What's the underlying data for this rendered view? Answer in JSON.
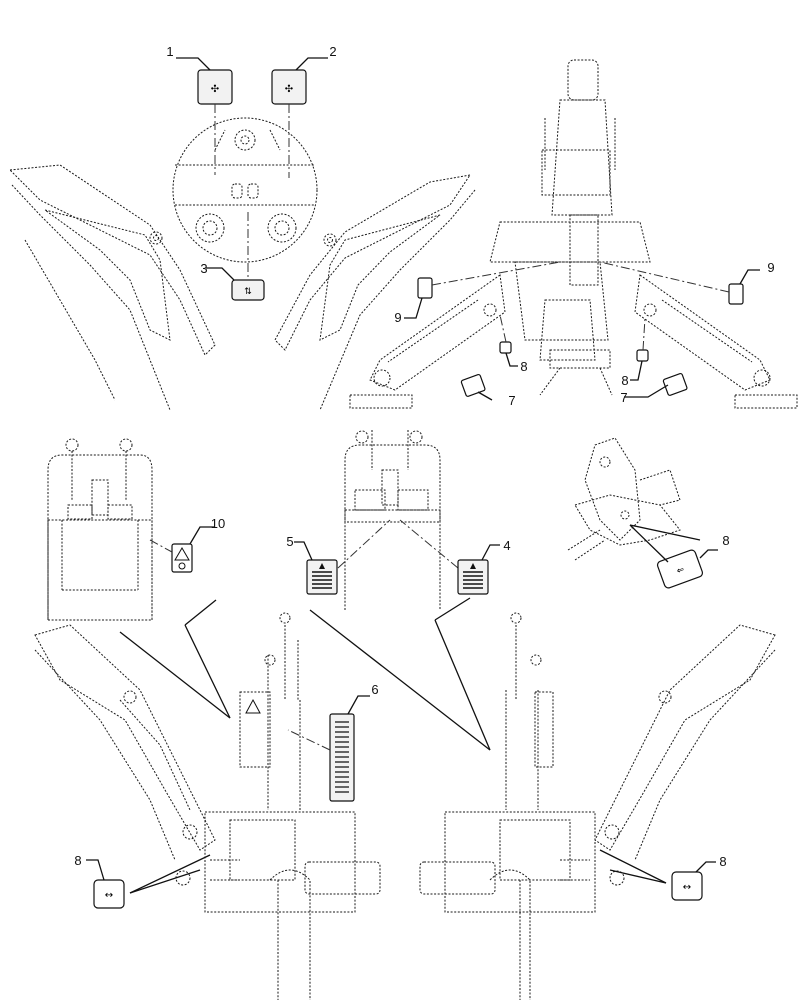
{
  "callouts": {
    "c1": "1",
    "c2": "2",
    "c3": "3",
    "c4": "4",
    "c5": "5",
    "c6": "6",
    "c7a": "7",
    "c7b": "7",
    "c8a": "8",
    "c8b": "8",
    "c8c": "8",
    "c8d": "8",
    "c8e": "8",
    "c9a": "9",
    "c9b": "9",
    "c10": "10"
  },
  "colors": {
    "line": "#111111",
    "decal_fill": "#f2f2f2",
    "background": "#ffffff"
  }
}
